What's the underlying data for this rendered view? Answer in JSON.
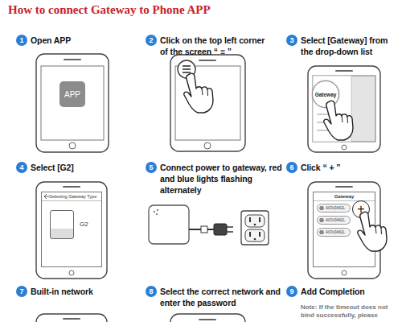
{
  "diagram": {
    "title": "How to connect Gateway to Phone APP",
    "nodes": [
      {
        "text": [
          "APP"
        ]
      },
      {
        "text": [
          "Gateway"
        ]
      },
      {
        "text": [
          "Selecting Gateway Type"
        ]
      },
      {
        "text": [
          "G2"
        ],
        "in": 2
      },
      {
        "text": [
          "Gateway"
        ]
      },
      {
        "text": [
          "AIOU0A62L"
        ],
        "in": 4
      },
      {
        "text": [
          "AIOU0A62L"
        ],
        "in": 4
      },
      {
        "text": [
          "AIOU0A62L"
        ],
        "in": 4
      },
      {
        "text": [
          "+"
        ],
        "in": 4
      }
    ],
    "labels": [
      "1",
      "Open APP",
      "2",
      "Click on the top left corner of the screen “ ≡ ”",
      "3",
      "Select [Gateway] from the drop-down list",
      "4",
      "Select [G2]",
      "5",
      "Connect power to gateway, red and blue lights flashing alternately",
      "6",
      "Click “ + ”",
      "7",
      "Built-in network",
      "8",
      "Select the correct network and enter the password",
      "9",
      "Add Completion",
      "Note: If the timeout does not bind successfully, please"
    ]
  }
}
